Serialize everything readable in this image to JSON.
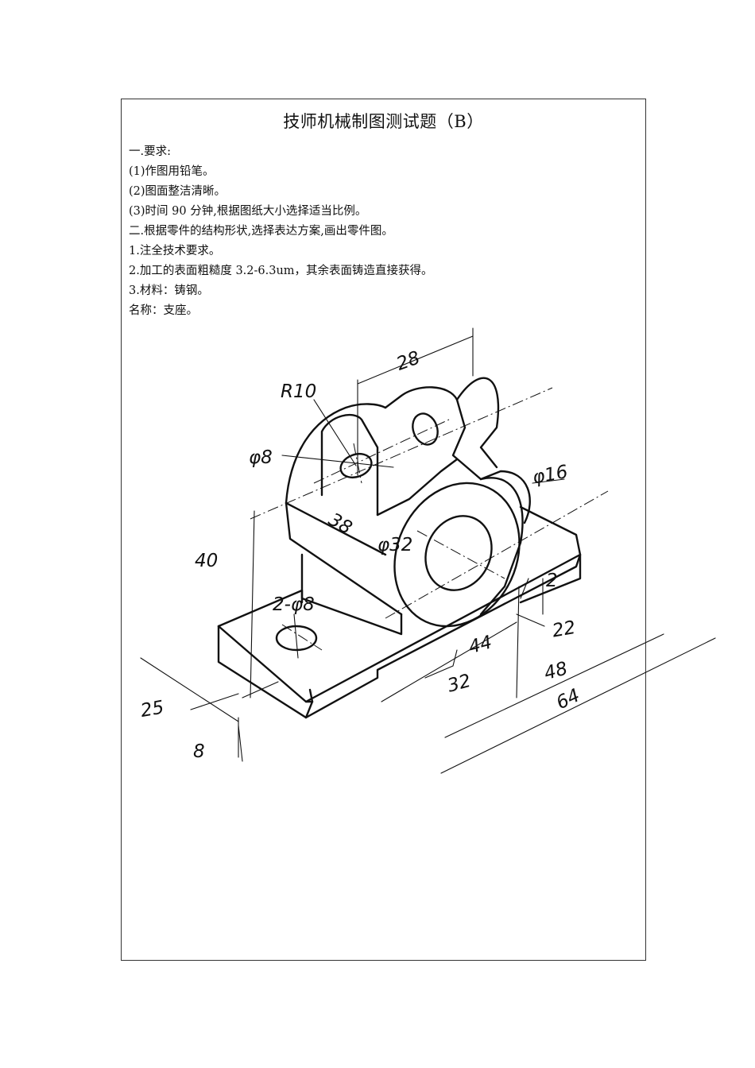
{
  "sheet": {
    "title": "技师机械制图测试题（B）",
    "lines": [
      "一.要求:",
      "(1)作图用铅笔。",
      "(2)图面整洁清晰。",
      "(3)时间 90 分钟,根据图纸大小选择适当比例。",
      "二.根据零件的结构形状,选择表达方案,画出零件图。",
      "1.注全技术要求。",
      "2.加工的表面粗糙度 3.2-6.3um，其余表面铸造直接获得。",
      "3.材料：铸钢。",
      "名称：支座。"
    ]
  },
  "drawing": {
    "dimensions": {
      "d28": "28",
      "r10": "R10",
      "phi8": "φ8",
      "phi16": "φ16",
      "d38": "38",
      "phi32": "φ32",
      "d40": "40",
      "two_phi8": "2-φ8",
      "d2": "2",
      "d22": "22",
      "d44": "44",
      "d48": "48",
      "d32": "32",
      "d64": "64",
      "d25": "25",
      "d8": "8"
    }
  }
}
